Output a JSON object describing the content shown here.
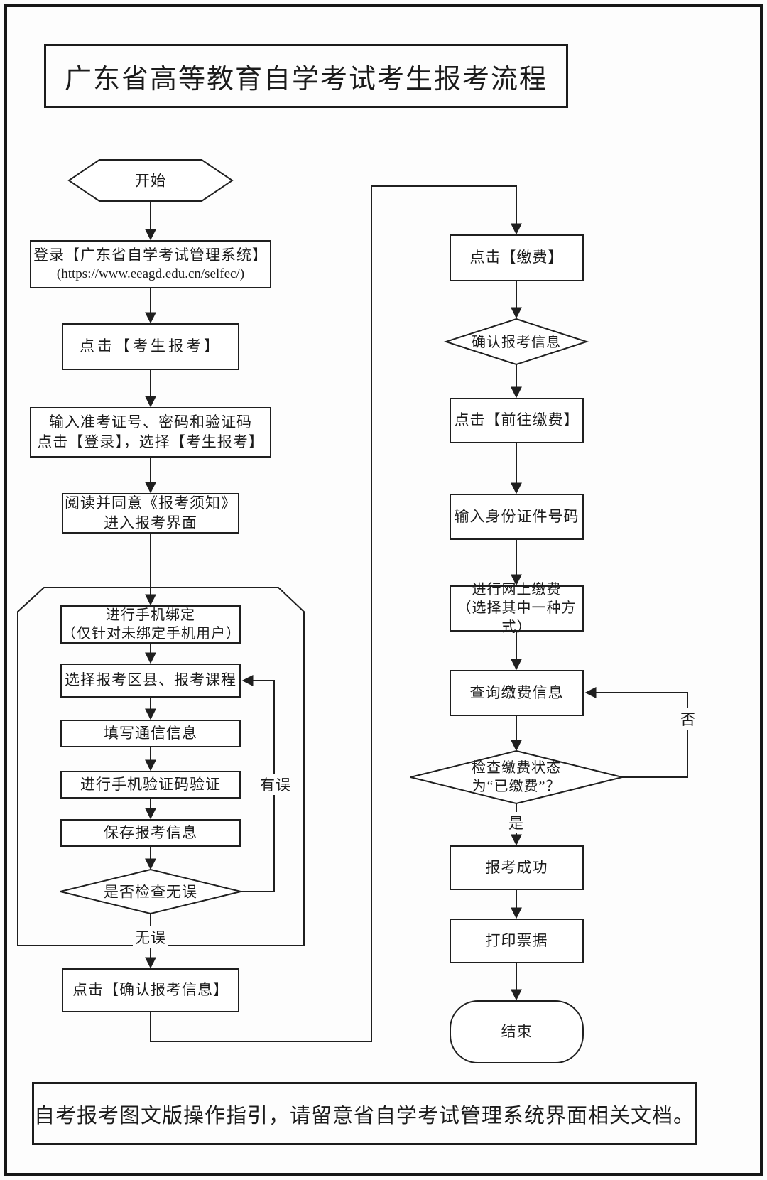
{
  "title": "广东省高等教育自学考试考生报考流程",
  "footer": "自考报考图文版操作指引，请留意省自学考试管理系统界面相关文档。",
  "nodes": {
    "start": "开始",
    "login_line1": "登录【广东省自学考试管理系统】",
    "login_line2": "(https://www.eeagd.edu.cn/selfec/)",
    "click_register": "点击【考生报考】",
    "credentials_line1": "输入准考证号、密码和验证码",
    "credentials_line2": "点击【登录】，选择【考生报考】",
    "notice_line1": "阅读并同意《报考须知》",
    "notice_line2": "进入报考界面",
    "bind_phone_line1": "进行手机绑定",
    "bind_phone_line2": "（仅针对未绑定手机用户）",
    "select_courses": "选择报考区县、报考课程",
    "fill_contact": "填写通信信息",
    "verify_sms": "进行手机验证码验证",
    "save_info": "保存报考信息",
    "check_correct": "是否检查无误",
    "confirm_info": "点击【确认报考信息】",
    "click_pay": "点击【缴费】",
    "confirm_reg_info": "确认报考信息",
    "goto_pay": "点击【前往缴费】",
    "enter_id": "输入身份证件号码",
    "online_pay_line1": "进行网上缴费",
    "online_pay_line2": "（选择其中一种方式）",
    "query_payment": "查询缴费信息",
    "check_status_line1": "检查缴费状态",
    "check_status_line2": "为“已缴费”？",
    "success": "报考成功",
    "print_receipt": "打印票据",
    "end": "结束"
  },
  "edge_labels": {
    "has_error": "有误",
    "no_error": "无误",
    "yes": "是",
    "no": "否"
  },
  "colors": {
    "line": "#1f1f1f",
    "background": "#fdfdfd",
    "text": "#1b1b1b"
  }
}
